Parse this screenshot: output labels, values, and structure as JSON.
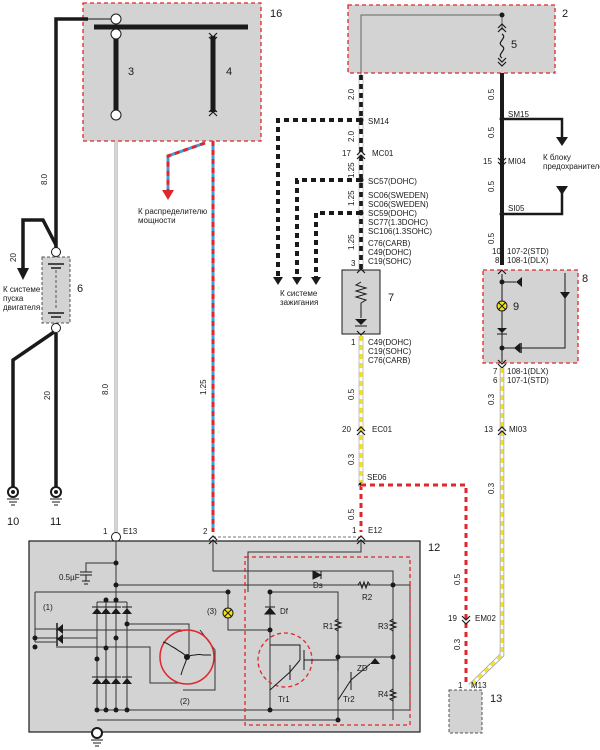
{
  "title": "Схема зарядки (генератор)",
  "colors": {
    "red": "#e0262b",
    "blue": "#3aa0d8",
    "yellow": "#f2e21a",
    "black": "#1a1a1a",
    "box": "#d3d3d3"
  },
  "components": {
    "c2": "2",
    "c3": "3",
    "c4": "4",
    "c5": "5",
    "c6": "6",
    "c7": "7",
    "c8": "8",
    "c9": "9",
    "c10": "10",
    "c11": "11",
    "c12": "12",
    "c13": "13",
    "c16": "16"
  },
  "destinations": {
    "power_distributor": [
      "К распределителю",
      "мощности"
    ],
    "fuse_block": [
      "К блоку",
      "предохранителей"
    ],
    "ignition": [
      "К системе",
      "зажигания"
    ],
    "starter": [
      "К системе",
      "пуска",
      "двигателя"
    ]
  },
  "gauges": {
    "g8_left": "8.0",
    "g20_left": "20",
    "g20_b": "20",
    "g8_mid": "8.0",
    "g125_mid": "1.25",
    "c_20a": "2.0",
    "c_20b": "2.0",
    "c_125a": "1.25",
    "c_125b": "1.25",
    "c_125c": "1.25",
    "c_05a": "0.5",
    "c_03a": "0.3",
    "c_05b": "0.5",
    "r_05a": "0.5",
    "r_05b": "0.5",
    "r_05c": "0.5",
    "r_05d": "0.5",
    "r_03a": "0.3",
    "r_03b": "0.3",
    "e_05": "0.5",
    "e_03": "0.3"
  },
  "connectors": {
    "sm14": "SM14",
    "mc01_pin": "17",
    "mc01": "MC01",
    "sc57": "SC57(DOHC)",
    "sc_list": [
      "SC06(SWEDEN)",
      "SC06(SWEDEN)",
      "SC59(DOHC)",
      "SC77(1.3DOHC)",
      "SC106(1.3SOHC)"
    ],
    "c7_top": [
      "C76(CARB)",
      "C49(DOHC)",
      "C19(SOHC)"
    ],
    "c7_top_pin": "3",
    "c7_bot": [
      "C49(DOHC)",
      "C19(SOHC)",
      "C76(CARB)"
    ],
    "c7_bot_pin": "1",
    "ec01_pin": "20",
    "ec01": "EC01",
    "se06": "SE06",
    "e12_pin": "1",
    "e12": "E12",
    "e13_pin": "1",
    "e13": "E13",
    "e_pin2": "2",
    "sm15": "SM15",
    "mi04_pin": "15",
    "mi04": "MI04",
    "si05": "SI05",
    "c8_top_pins": [
      "10",
      "8"
    ],
    "c8_top": [
      "107-2(STD)",
      "108-1(DLX)"
    ],
    "c8_bot_pins": [
      "7",
      "6"
    ],
    "c8_bot": [
      "108-1(DLX)",
      "107-1(STD)"
    ],
    "mi03_pin": "13",
    "mi03": "MI03",
    "em02_pin": "19",
    "em02": "EM02",
    "m13_pin": "1",
    "m13": "M13"
  },
  "alternator": {
    "capacitor": "0.5µF",
    "rectifier": "(1)",
    "stator": "(2)",
    "lamp": "(3)",
    "ds": "Ds",
    "df": "Df",
    "r1": "R1",
    "r2": "R2",
    "r3": "R3",
    "r4": "R4",
    "zd": "ZD",
    "tr1": "Tr1",
    "tr2": "Tr2"
  }
}
